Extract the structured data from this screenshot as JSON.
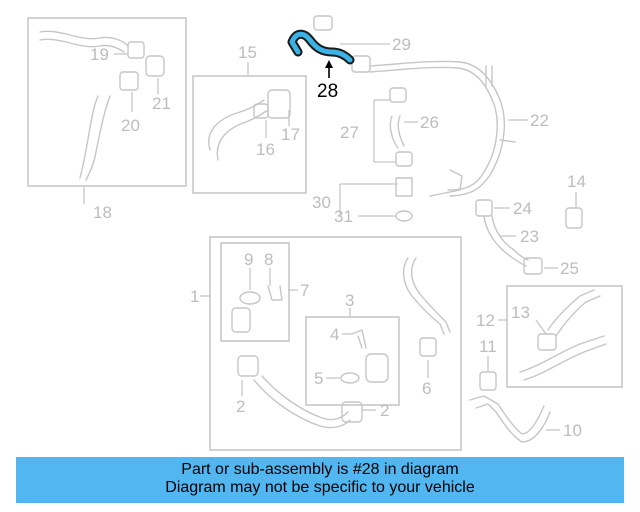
{
  "highlight": {
    "part_number": "28",
    "color": "#3bb3e6"
  },
  "callouts": [
    "1",
    "2",
    "2",
    "3",
    "4",
    "5",
    "6",
    "7",
    "8",
    "9",
    "10",
    "11",
    "12",
    "13",
    "14",
    "15",
    "16",
    "17",
    "18",
    "19",
    "20",
    "21",
    "22",
    "23",
    "24",
    "25",
    "26",
    "27",
    "29",
    "30",
    "31"
  ],
  "banner": {
    "line1": "Part or sub-assembly is #28 in diagram",
    "line2": "Diagram may not be specific to your vehicle",
    "background": "#52b6f0"
  }
}
